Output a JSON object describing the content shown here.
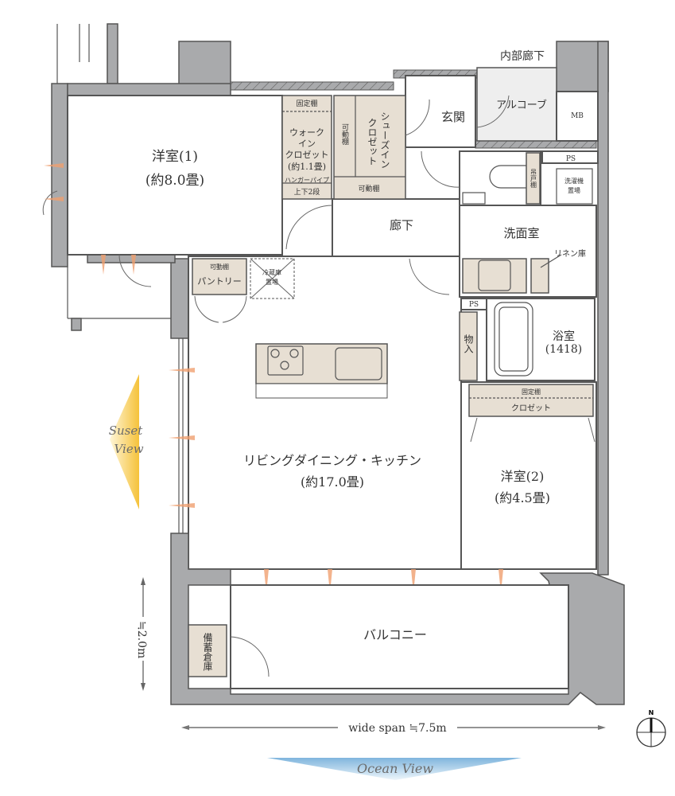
{
  "rooms": {
    "western_room_1": {
      "name": "洋室(1)",
      "size": "(約8.0畳)"
    },
    "western_room_2": {
      "name": "洋室(2)",
      "size": "(約4.5畳)"
    },
    "ldk": {
      "name": "リビングダイニング・キッチン",
      "size": "(約17.0畳)"
    },
    "walk_in_closet": {
      "fixed_shelf": "固定棚",
      "line1": "ウォーク",
      "line2": "イン",
      "line3": "クロゼット",
      "size": "(約1.1畳)",
      "hanger": "ハンガーパイプ",
      "tiers": "上下2段"
    },
    "shoe_closet": {
      "movable_shelf_v": "可動棚",
      "line1": "シューズイン",
      "line2": "クロゼット",
      "movable_shelf": "可動棚"
    },
    "entrance": "玄関",
    "alcove": "アルコーブ",
    "inner_corridor": "内部廊下",
    "mb": "MB",
    "ps_top": "PS",
    "ps_bath": "PS",
    "hanging_cabinet": "吊戸棚",
    "washing_machine": {
      "line1": "洗濯機",
      "line2": "置場"
    },
    "corridor": "廊下",
    "washroom": "洗面室",
    "linen": "リネン庫",
    "storage": "物入",
    "bathroom": {
      "name": "浴室",
      "size": "(1418)"
    },
    "closet_2": {
      "fixed_shelf": "固定棚",
      "name": "クロゼット"
    },
    "pantry": {
      "shelf": "可動棚",
      "name": "パントリー"
    },
    "fridge": {
      "line1": "冷蔵庫",
      "line2": "置場"
    },
    "balcony": "バルコニー",
    "emergency_storage": "備蓄倉庫"
  },
  "dimensions": {
    "balcony_depth": "≒2.0m",
    "wide_span": "wide span ≒7.5m"
  },
  "views": {
    "sunset": {
      "line1": "Suset",
      "line2": "View"
    },
    "ocean": "Ocean View"
  },
  "compass": {
    "label": "N"
  },
  "colors": {
    "wall": "#a9aaac",
    "fixture": "#e7dfd3",
    "sunset": "#f5c23a",
    "ocean": "#7fb5dd",
    "window_arrow": "#f0a070"
  }
}
